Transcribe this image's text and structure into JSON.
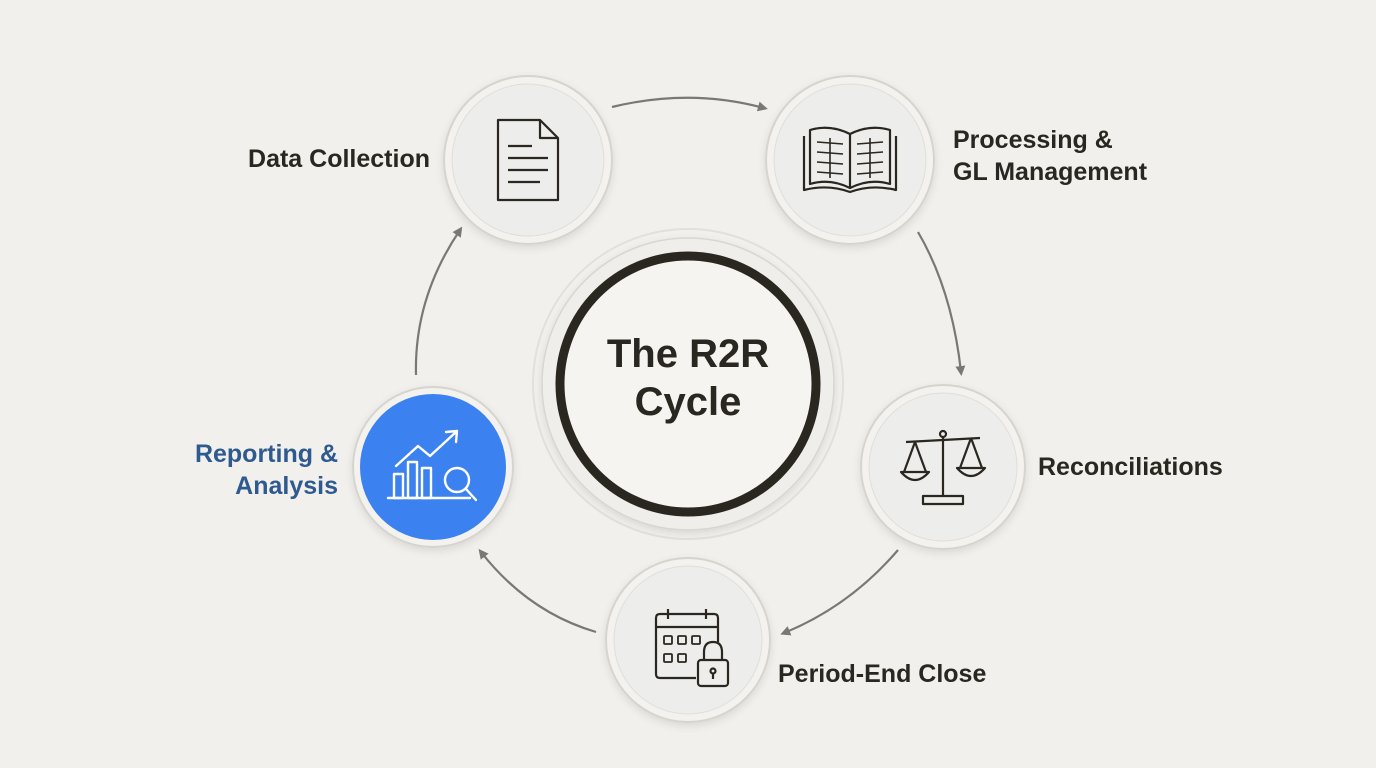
{
  "center": {
    "line1": "The R2R",
    "line2": "Cycle"
  },
  "stages": [
    {
      "id": "data-collection",
      "label_lines": [
        "Data Collection"
      ],
      "icon": "document-icon",
      "active": false
    },
    {
      "id": "processing",
      "label_lines": [
        "Processing &",
        "GL Management"
      ],
      "icon": "open-book-icon",
      "active": false
    },
    {
      "id": "reconciliations",
      "label_lines": [
        "Reconciliations"
      ],
      "icon": "balance-scale-icon",
      "active": false
    },
    {
      "id": "period-end-close",
      "label_lines": [
        "Period-End Close"
      ],
      "icon": "calendar-lock-icon",
      "active": false
    },
    {
      "id": "reporting",
      "label_lines": [
        "Reporting &",
        "Analysis"
      ],
      "icon": "chart-magnifier-icon",
      "active": true
    }
  ],
  "colors": {
    "background": "#f1f0ec",
    "node_fill": "#ededeb",
    "node_ring": "#d9d7d2",
    "active_fill": "#3b82f0",
    "active_label": "#2e5a8f",
    "text": "#2a2620",
    "arrow": "#7a7875",
    "center_ring": "#2a2620"
  }
}
